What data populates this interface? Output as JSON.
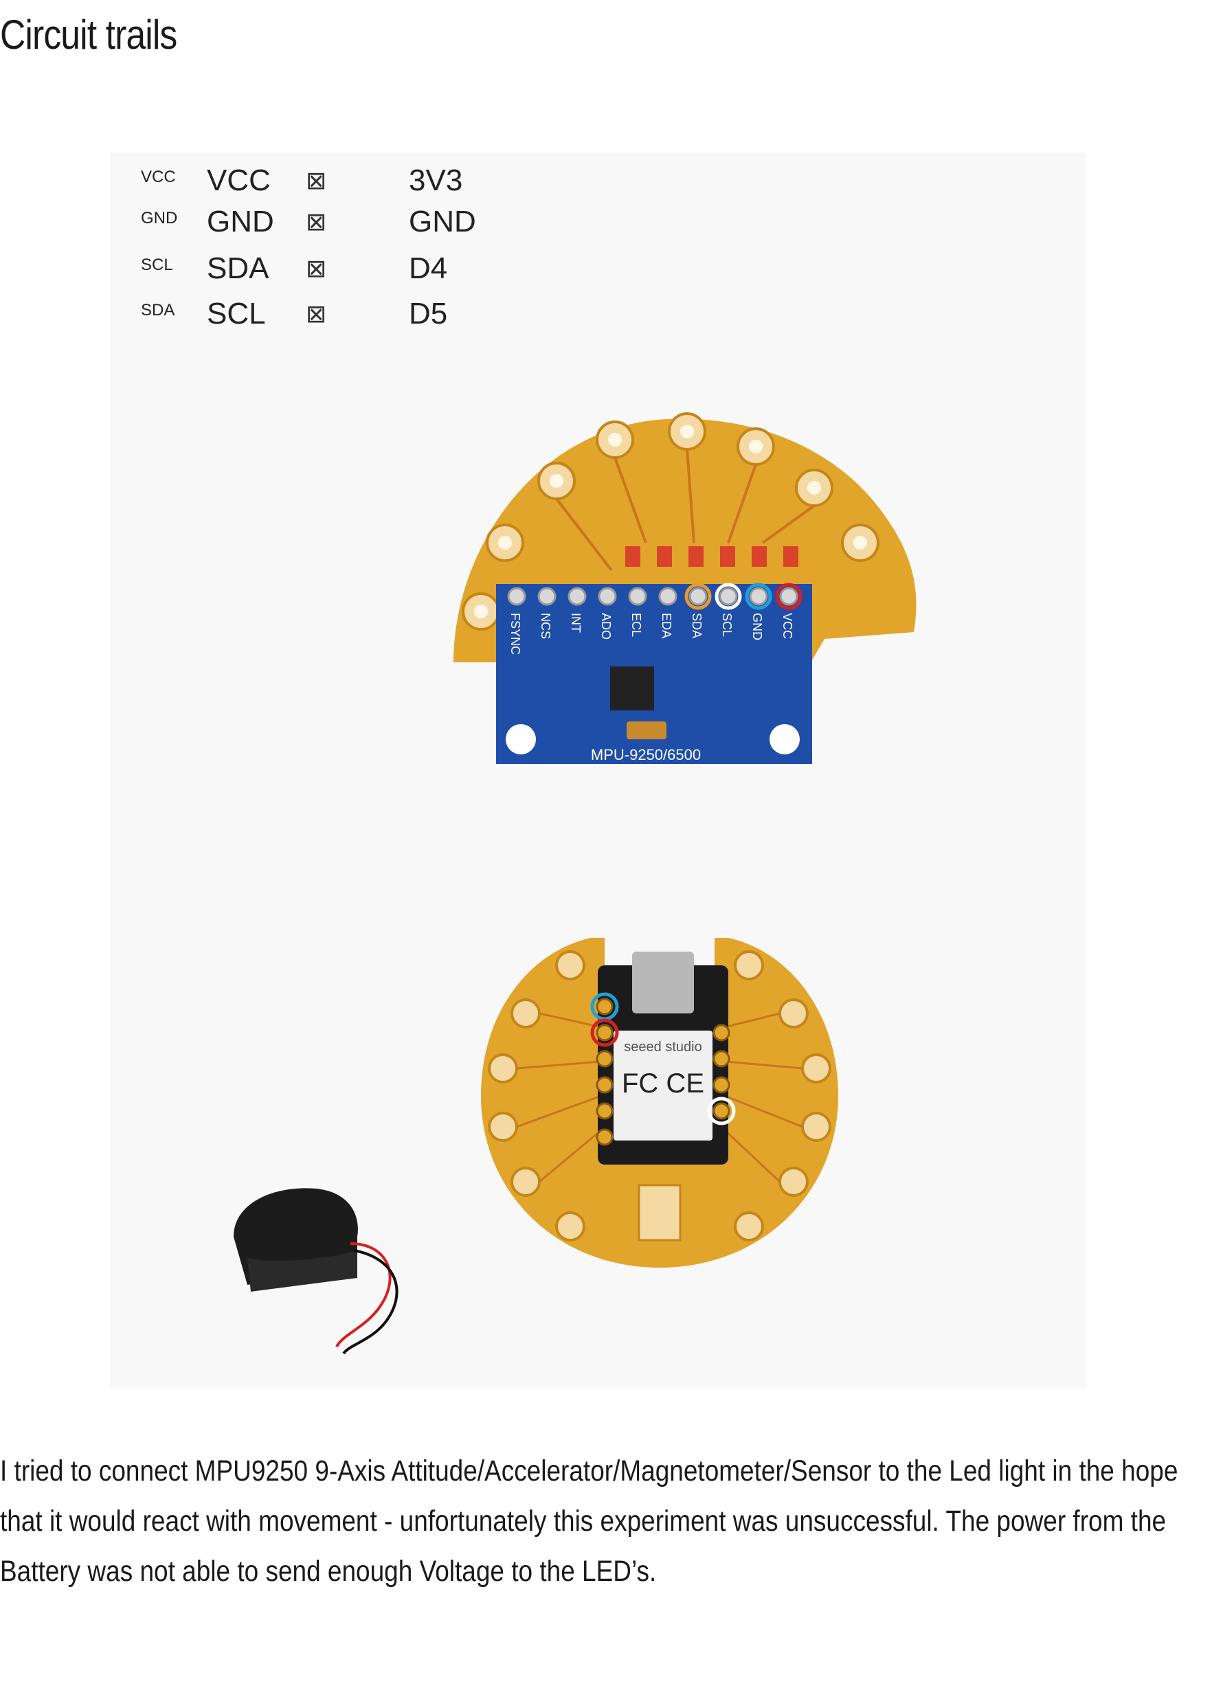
{
  "title": "Circuit trails",
  "pin_map": [
    {
      "small": "VCC",
      "name": "VCC",
      "arrow": "⊠",
      "target": "3V3"
    },
    {
      "small": "GND",
      "name": "GND",
      "arrow": "⊠",
      "target": "GND"
    },
    {
      "small": "SCL",
      "name": "SDA",
      "arrow": "⊠",
      "target": "D4"
    },
    {
      "small": "SDA",
      "name": "SCL",
      "arrow": "⊠",
      "target": "D5"
    }
  ],
  "mpu_board": {
    "pins": [
      "FSYNC",
      "NCS",
      "INT",
      "ADO",
      "ECL",
      "EDA",
      "SDA",
      "SCL",
      "GND",
      "VCC"
    ],
    "label": "MPU-9250/6500"
  },
  "xiao_board": {
    "brand": "seeed studio",
    "marks": "FC CE"
  },
  "paragraph": "I tried to connect MPU9250 9-Axis Attitude/Accelerator/Magnetometer/Sensor to the Led light in the hope that it would react with movement - unfortunately this experiment was unsuccessful. The power from the Battery was not able to send enough Voltage to the LED’s."
}
